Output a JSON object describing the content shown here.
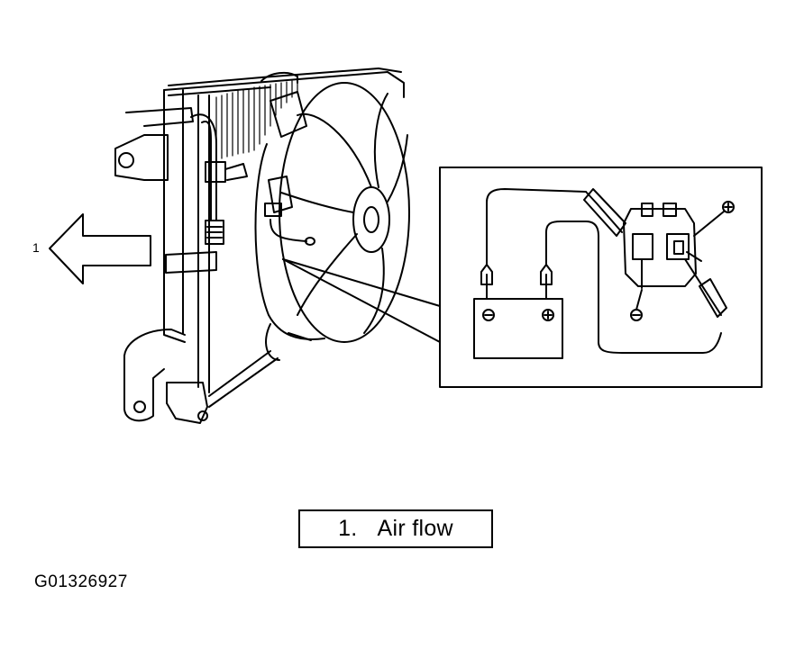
{
  "callout": {
    "number": "1"
  },
  "legend": {
    "number": "1.",
    "text": "Air flow"
  },
  "figure_id": "G01326927",
  "inset": {
    "minus_symbol": "⊖",
    "plus_symbol": "⊕"
  }
}
